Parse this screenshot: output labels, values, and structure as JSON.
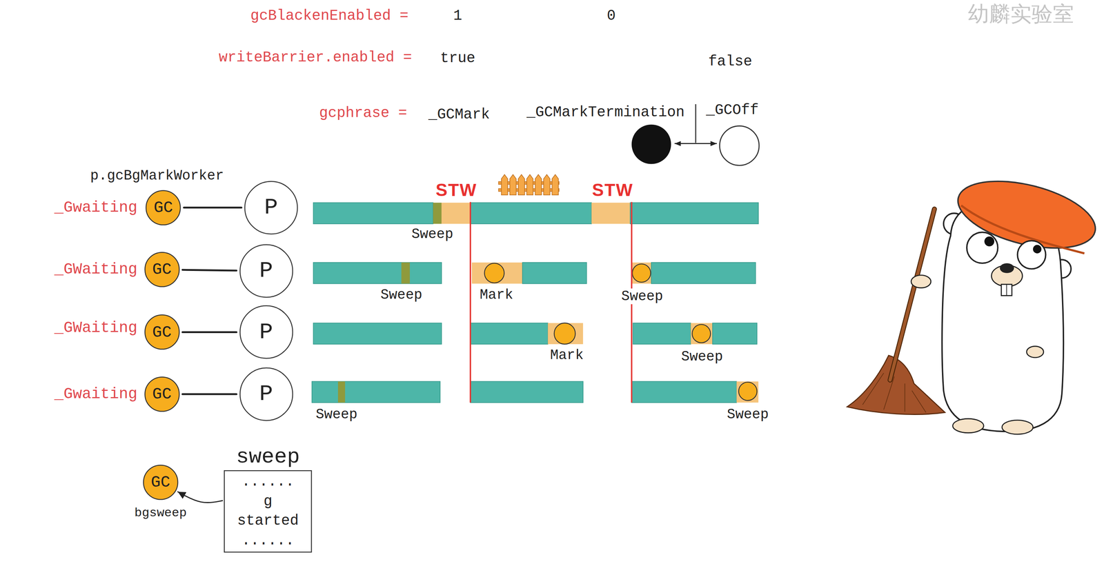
{
  "diagram": {
    "nodes": [
      {
        "text": [
          "GC"
        ]
      },
      {
        "text": [
          "P"
        ]
      },
      {
        "text": [
          "GC"
        ]
      },
      {
        "text": [
          "P"
        ]
      },
      {
        "text": [
          "GC"
        ]
      },
      {
        "text": [
          "P"
        ]
      },
      {
        "text": [
          "GC"
        ]
      },
      {
        "text": [
          "P"
        ]
      },
      {
        "text": [
          "GC",
          "bgsweep"
        ]
      },
      {
        "text": [
          "sweep",
          "......",
          "g",
          "started",
          "......"
        ]
      }
    ],
    "edges": [
      {
        "from": 0,
        "to": 1,
        "arrow": "none"
      },
      {
        "from": 2,
        "to": 3,
        "arrow": "none"
      },
      {
        "from": 4,
        "to": 5,
        "arrow": "none"
      },
      {
        "from": 6,
        "to": 7,
        "arrow": "none"
      },
      {
        "from": 9,
        "to": 8,
        "arrow": "to"
      }
    ],
    "labels": [
      "gcBlackenEnabled =",
      "1",
      "0",
      "writeBarrier.enabled =",
      "true",
      "false",
      "gcphrase =",
      "_GCMark",
      "_GCMarkTermination",
      "_GCOff",
      "p.gcBgMarkWorker",
      "_Gwaiting",
      "_GWaiting",
      "_GWaiting",
      "_Gwaiting",
      "STW",
      "STW",
      "Sweep",
      "Sweep",
      "Mark",
      "Sweep",
      "Mark",
      "Sweep",
      "Sweep",
      "Sweep",
      "幼麟实验室"
    ]
  }
}
